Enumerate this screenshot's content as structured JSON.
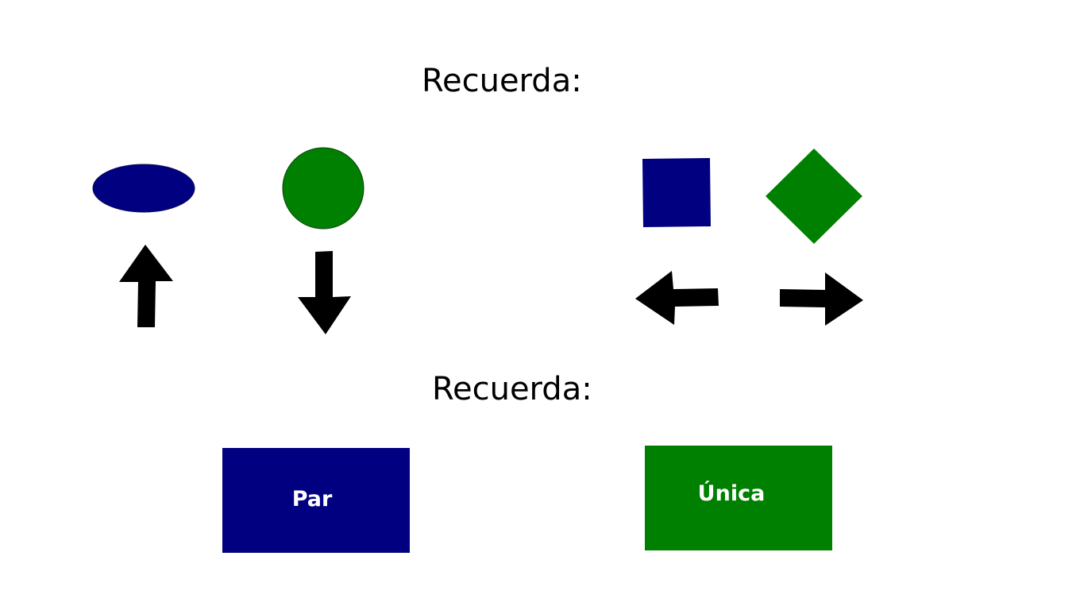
{
  "headings": {
    "top": "Recuerda:",
    "bottom": "Recuerda:"
  },
  "shapes": {
    "ellipse": {
      "icon": "ellipse-shape",
      "color": "#000080"
    },
    "circle": {
      "icon": "circle-shape",
      "color": "#008000"
    },
    "square": {
      "icon": "square-shape",
      "color": "#000080"
    },
    "diamond": {
      "icon": "diamond-shape",
      "color": "#008000"
    }
  },
  "arrows": {
    "up": "arrow-up-icon",
    "down": "arrow-down-icon",
    "left": "arrow-left-icon",
    "right": "arrow-right-icon"
  },
  "buttons": {
    "par": {
      "label": "Par",
      "color": "#000080"
    },
    "unica": {
      "label": "Única",
      "color": "#008000"
    }
  }
}
